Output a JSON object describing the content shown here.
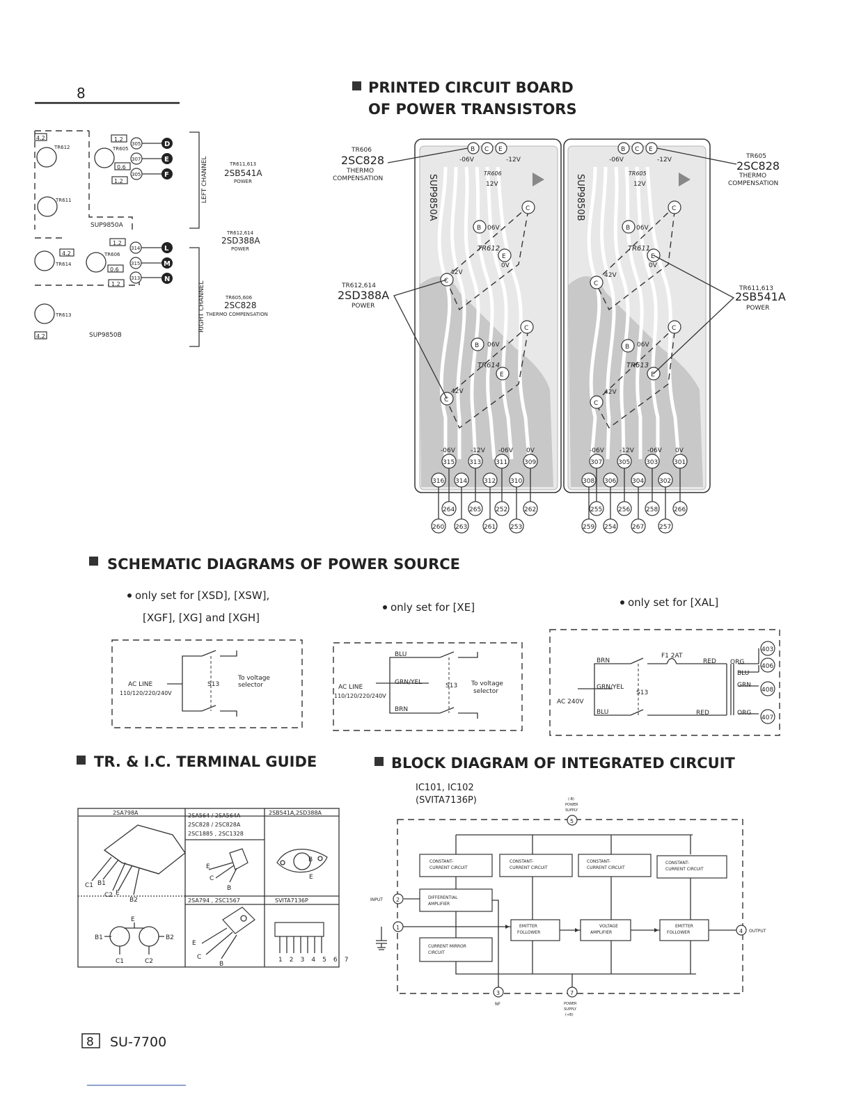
{
  "page": {
    "page_number_top": "8",
    "footer_box": "8",
    "footer_model": "SU-7700"
  },
  "sections": {
    "pcb_title_line1": "PRINTED CIRCUIT BOARD",
    "pcb_title_line2": "OF POWER TRANSISTORS",
    "schematic_title": "SCHEMATIC DIAGRAMS OF POWER SOURCE",
    "terminal_title": "TR. & I.C. TERMINAL GUIDE",
    "block_title": "BLOCK DIAGRAM OF INTEGRATED CIRCUIT"
  },
  "left_schematic": {
    "left_channel": "LEFT CHANNEL",
    "right_channel": "RIGHT CHANNEL",
    "board_a": "SUP9850A",
    "board_b": "SUP9850B",
    "transistors_top": [
      "TR612",
      "TR605",
      "TR611"
    ],
    "transistors_bottom": [
      "TR614",
      "TR606",
      "TR613"
    ],
    "resistor_values_top": [
      "1.2",
      "0.6",
      "1.2"
    ],
    "resistor_values_bottom": [
      "1.2",
      "0.6",
      "1.2"
    ],
    "left_values": [
      "4.2",
      "4.2",
      "4.2"
    ],
    "pins_top": [
      "305",
      "307",
      "305"
    ],
    "pins_bottom": [
      "314",
      "315",
      "313"
    ],
    "letters_top": [
      "D",
      "E",
      "F"
    ],
    "letters_bottom": [
      "L",
      "M",
      "N"
    ],
    "notes": [
      {
        "ref": "TR611,613",
        "part": "2SB541A",
        "role": "POWER"
      },
      {
        "ref": "TR612,614",
        "part": "2SD388A",
        "role": "POWER"
      },
      {
        "ref": "TR605,606",
        "part": "2SC828",
        "role": "THERMO COMPENSATION"
      }
    ]
  },
  "pcb": {
    "left_board": "SUP9850A",
    "right_board": "SUP9850B",
    "label_tl": {
      "ref": "TR606",
      "part": "2SC828",
      "role1": "THERMO",
      "role2": "COMPENSATION"
    },
    "label_tr": {
      "ref": "TR605",
      "part": "2SC828",
      "role1": "THERMO",
      "role2": "COMPENSATION"
    },
    "label_ml": {
      "ref": "TR612,614",
      "part": "2SD388A",
      "role": "POWER"
    },
    "label_mr": {
      "ref": "TR611,613",
      "part": "2SB541A",
      "role": "POWER"
    },
    "left_transistors": [
      "TR606",
      "TR612",
      "TR614"
    ],
    "right_transistors": [
      "TR605",
      "TR611",
      "TR613"
    ],
    "voltages": [
      "-06V",
      "-12V",
      "12V",
      "06V",
      "0V",
      "42V"
    ],
    "left_pads_row1": [
      "315",
      "313",
      "311",
      "309"
    ],
    "left_pads_row2": [
      "316",
      "314",
      "312",
      "310"
    ],
    "right_pads_row1": [
      "307",
      "305",
      "303",
      "301"
    ],
    "right_pads_row2": [
      "308",
      "306",
      "304",
      "302"
    ],
    "left_wires_row1": [
      "264",
      "265",
      "252",
      "262"
    ],
    "left_wires_row2": [
      "260",
      "263",
      "261",
      "253"
    ],
    "right_wires_row1": [
      "255",
      "256",
      "258",
      "266"
    ],
    "right_wires_row2": [
      "259",
      "254",
      "267",
      "257"
    ],
    "pin_letters": [
      "B",
      "C",
      "E"
    ]
  },
  "power": {
    "note1_line1": "only set for [XSD], [XSW],",
    "note1_line2": "[XGF], [XG] and [XGH]",
    "note2": "only set for [XE]",
    "note3": "only set for [XAL]",
    "ac_line": "AC LINE",
    "voltages": "110/120/220/240V",
    "switch": "S13",
    "to_voltage": "To voltage",
    "selector": "selector",
    "blu": "BLU",
    "grn_yel": "GRN/YEL",
    "brn": "BRN",
    "fuse": "F1 2AT",
    "red": "RED",
    "org": "ORG",
    "grn": "GRN",
    "ac240": "AC 240V",
    "terminals": [
      "403",
      "406",
      "408",
      "407"
    ]
  },
  "terminal_guide": {
    "headers": [
      "2SA798A",
      "2SA564 / 2SA564A",
      "2SB541A,2SD388A"
    ],
    "header2_lines": [
      "2SA564 / 2SA564A",
      "2SC828 / 2SC828A",
      "2SC1885 , 2SC1328"
    ],
    "row2_headers": [
      "2SA794 , 2SC1567",
      "SVITA7136P"
    ],
    "pins_798": [
      "C1",
      "B1",
      "C2",
      "E",
      "B2"
    ],
    "pins_sym": [
      "E",
      "B1",
      "B2",
      "C1",
      "C2"
    ],
    "pins_564": [
      "E",
      "C",
      "B"
    ],
    "pins_541": [
      "B",
      "E"
    ],
    "pins_794": [
      "E",
      "C",
      "B"
    ],
    "ic_pins": "1 2 3 4 5 6 7"
  },
  "block_diagram": {
    "ic_name": "IC101, IC102",
    "ic_part": "(SVITA7136P)",
    "power_minus": [
      "(-B)",
      "POWER",
      "SUPPLY"
    ],
    "power_plus": [
      "POWER",
      "SUPPLY",
      "(+B)"
    ],
    "blocks": {
      "cc1": [
        "CONSTANT-",
        "CURRENT CIRCUIT"
      ],
      "cc2": [
        "CONSTANT-",
        "CURRENT CIRCUIT"
      ],
      "cc3": [
        "CONSTANT-",
        "CURRENT CIRCUIT"
      ],
      "cc4": [
        "CONSTANT-",
        "CURRENT CIRCUIT"
      ],
      "diff": [
        "DIFFERENTIAL",
        "AMPLIFIER"
      ],
      "mirror": [
        "CURRENT MIRROR",
        "CIRCUIT"
      ],
      "ef1": [
        "EMITTER",
        "FOLLOWER"
      ],
      "va": [
        "VOLTAGE",
        "AMPLIFIER"
      ],
      "ef2": [
        "EMITTER",
        "FOLLOWER"
      ]
    },
    "input": "INPUT",
    "output": "OUTPUT",
    "nf": "NF",
    "pins": [
      "1",
      "2",
      "3",
      "4",
      "5",
      "7"
    ]
  }
}
